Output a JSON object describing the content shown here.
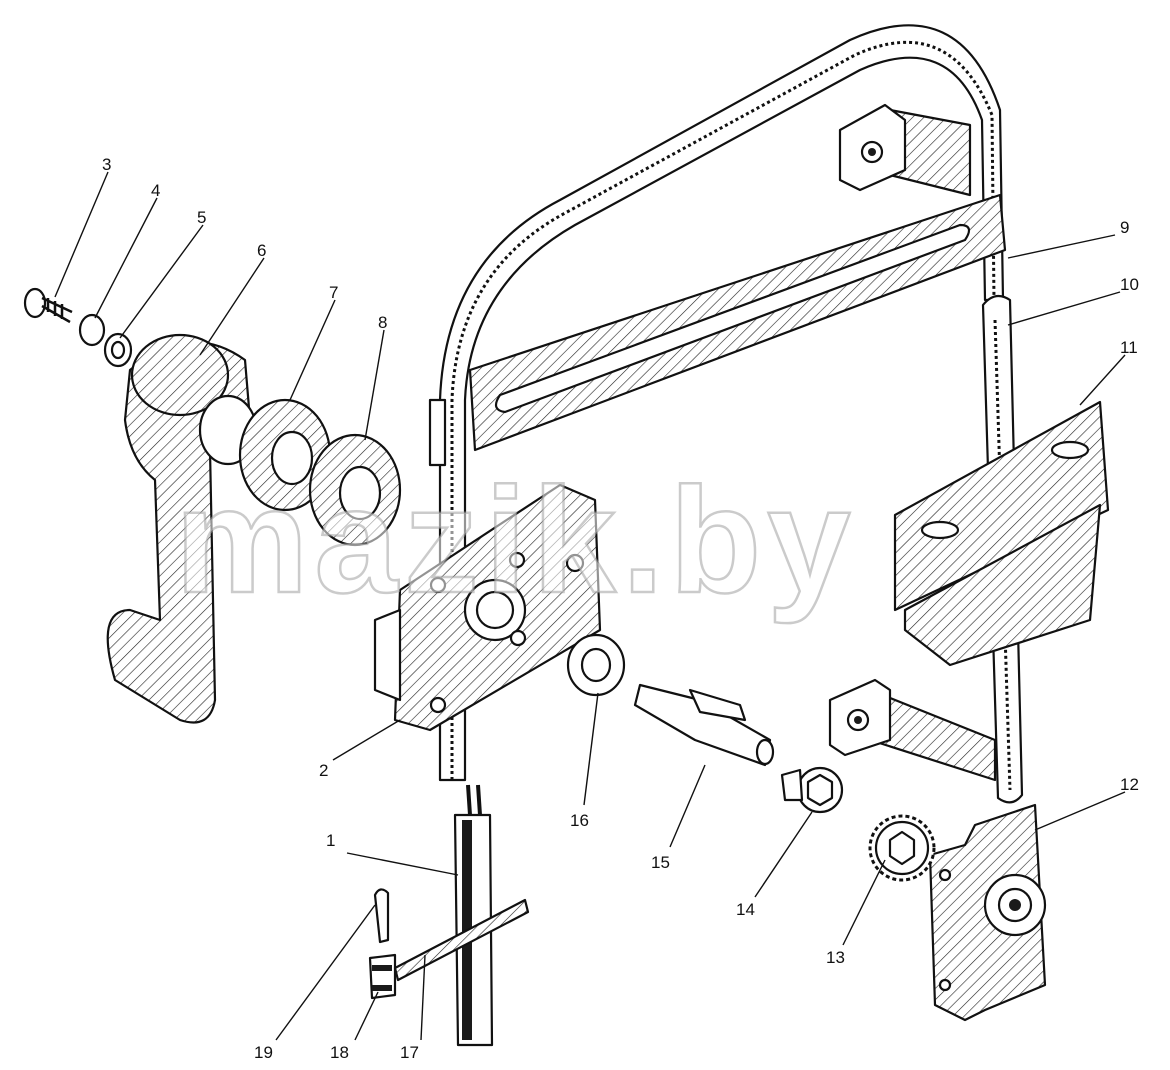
{
  "watermark": "mazik.by",
  "callouts": [
    {
      "id": "1",
      "label": "1"
    },
    {
      "id": "2",
      "label": "2"
    },
    {
      "id": "3",
      "label": "3"
    },
    {
      "id": "4",
      "label": "4"
    },
    {
      "id": "5",
      "label": "5"
    },
    {
      "id": "6",
      "label": "6"
    },
    {
      "id": "7",
      "label": "7"
    },
    {
      "id": "8",
      "label": "8"
    },
    {
      "id": "9",
      "label": "9"
    },
    {
      "id": "10",
      "label": "10"
    },
    {
      "id": "11",
      "label": "11"
    },
    {
      "id": "12",
      "label": "12"
    },
    {
      "id": "13",
      "label": "13"
    },
    {
      "id": "14",
      "label": "14"
    },
    {
      "id": "15",
      "label": "15"
    },
    {
      "id": "16",
      "label": "16"
    },
    {
      "id": "17",
      "label": "17"
    },
    {
      "id": "18",
      "label": "18"
    },
    {
      "id": "19",
      "label": "19"
    }
  ]
}
